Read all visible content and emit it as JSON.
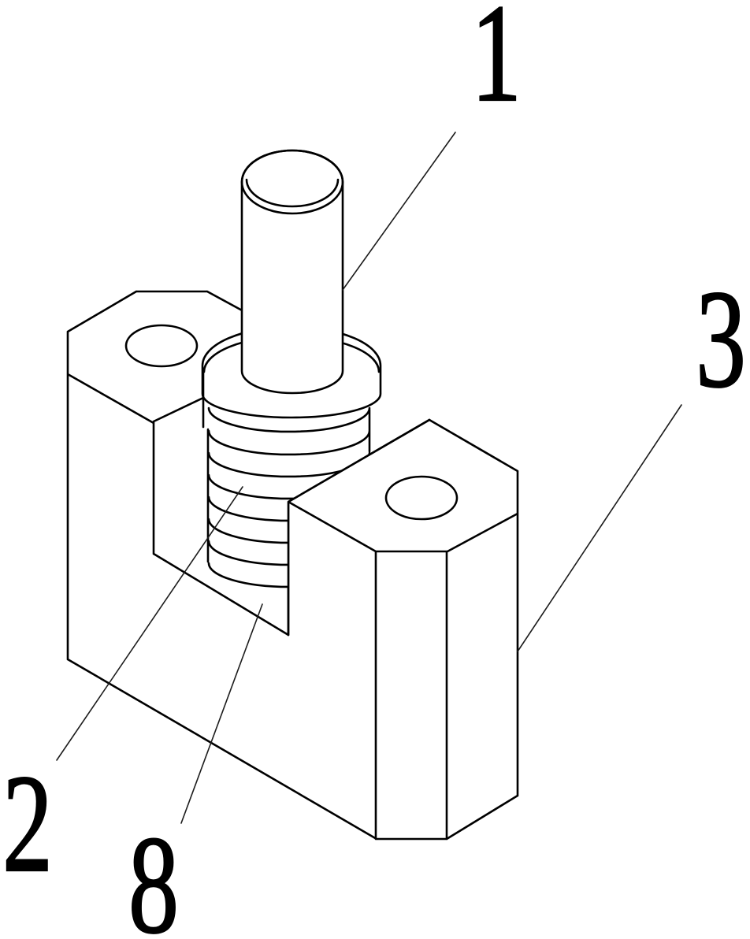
{
  "figure": {
    "type": "patent-line-drawing",
    "background": "#ffffff",
    "line_color": "#000000",
    "callouts": [
      {
        "label": "1",
        "part": "shaft-cylinder"
      },
      {
        "label": "3",
        "part": "u-block"
      },
      {
        "label": "2",
        "part": "spring"
      },
      {
        "label": "8",
        "part": "slot-floor"
      }
    ]
  }
}
